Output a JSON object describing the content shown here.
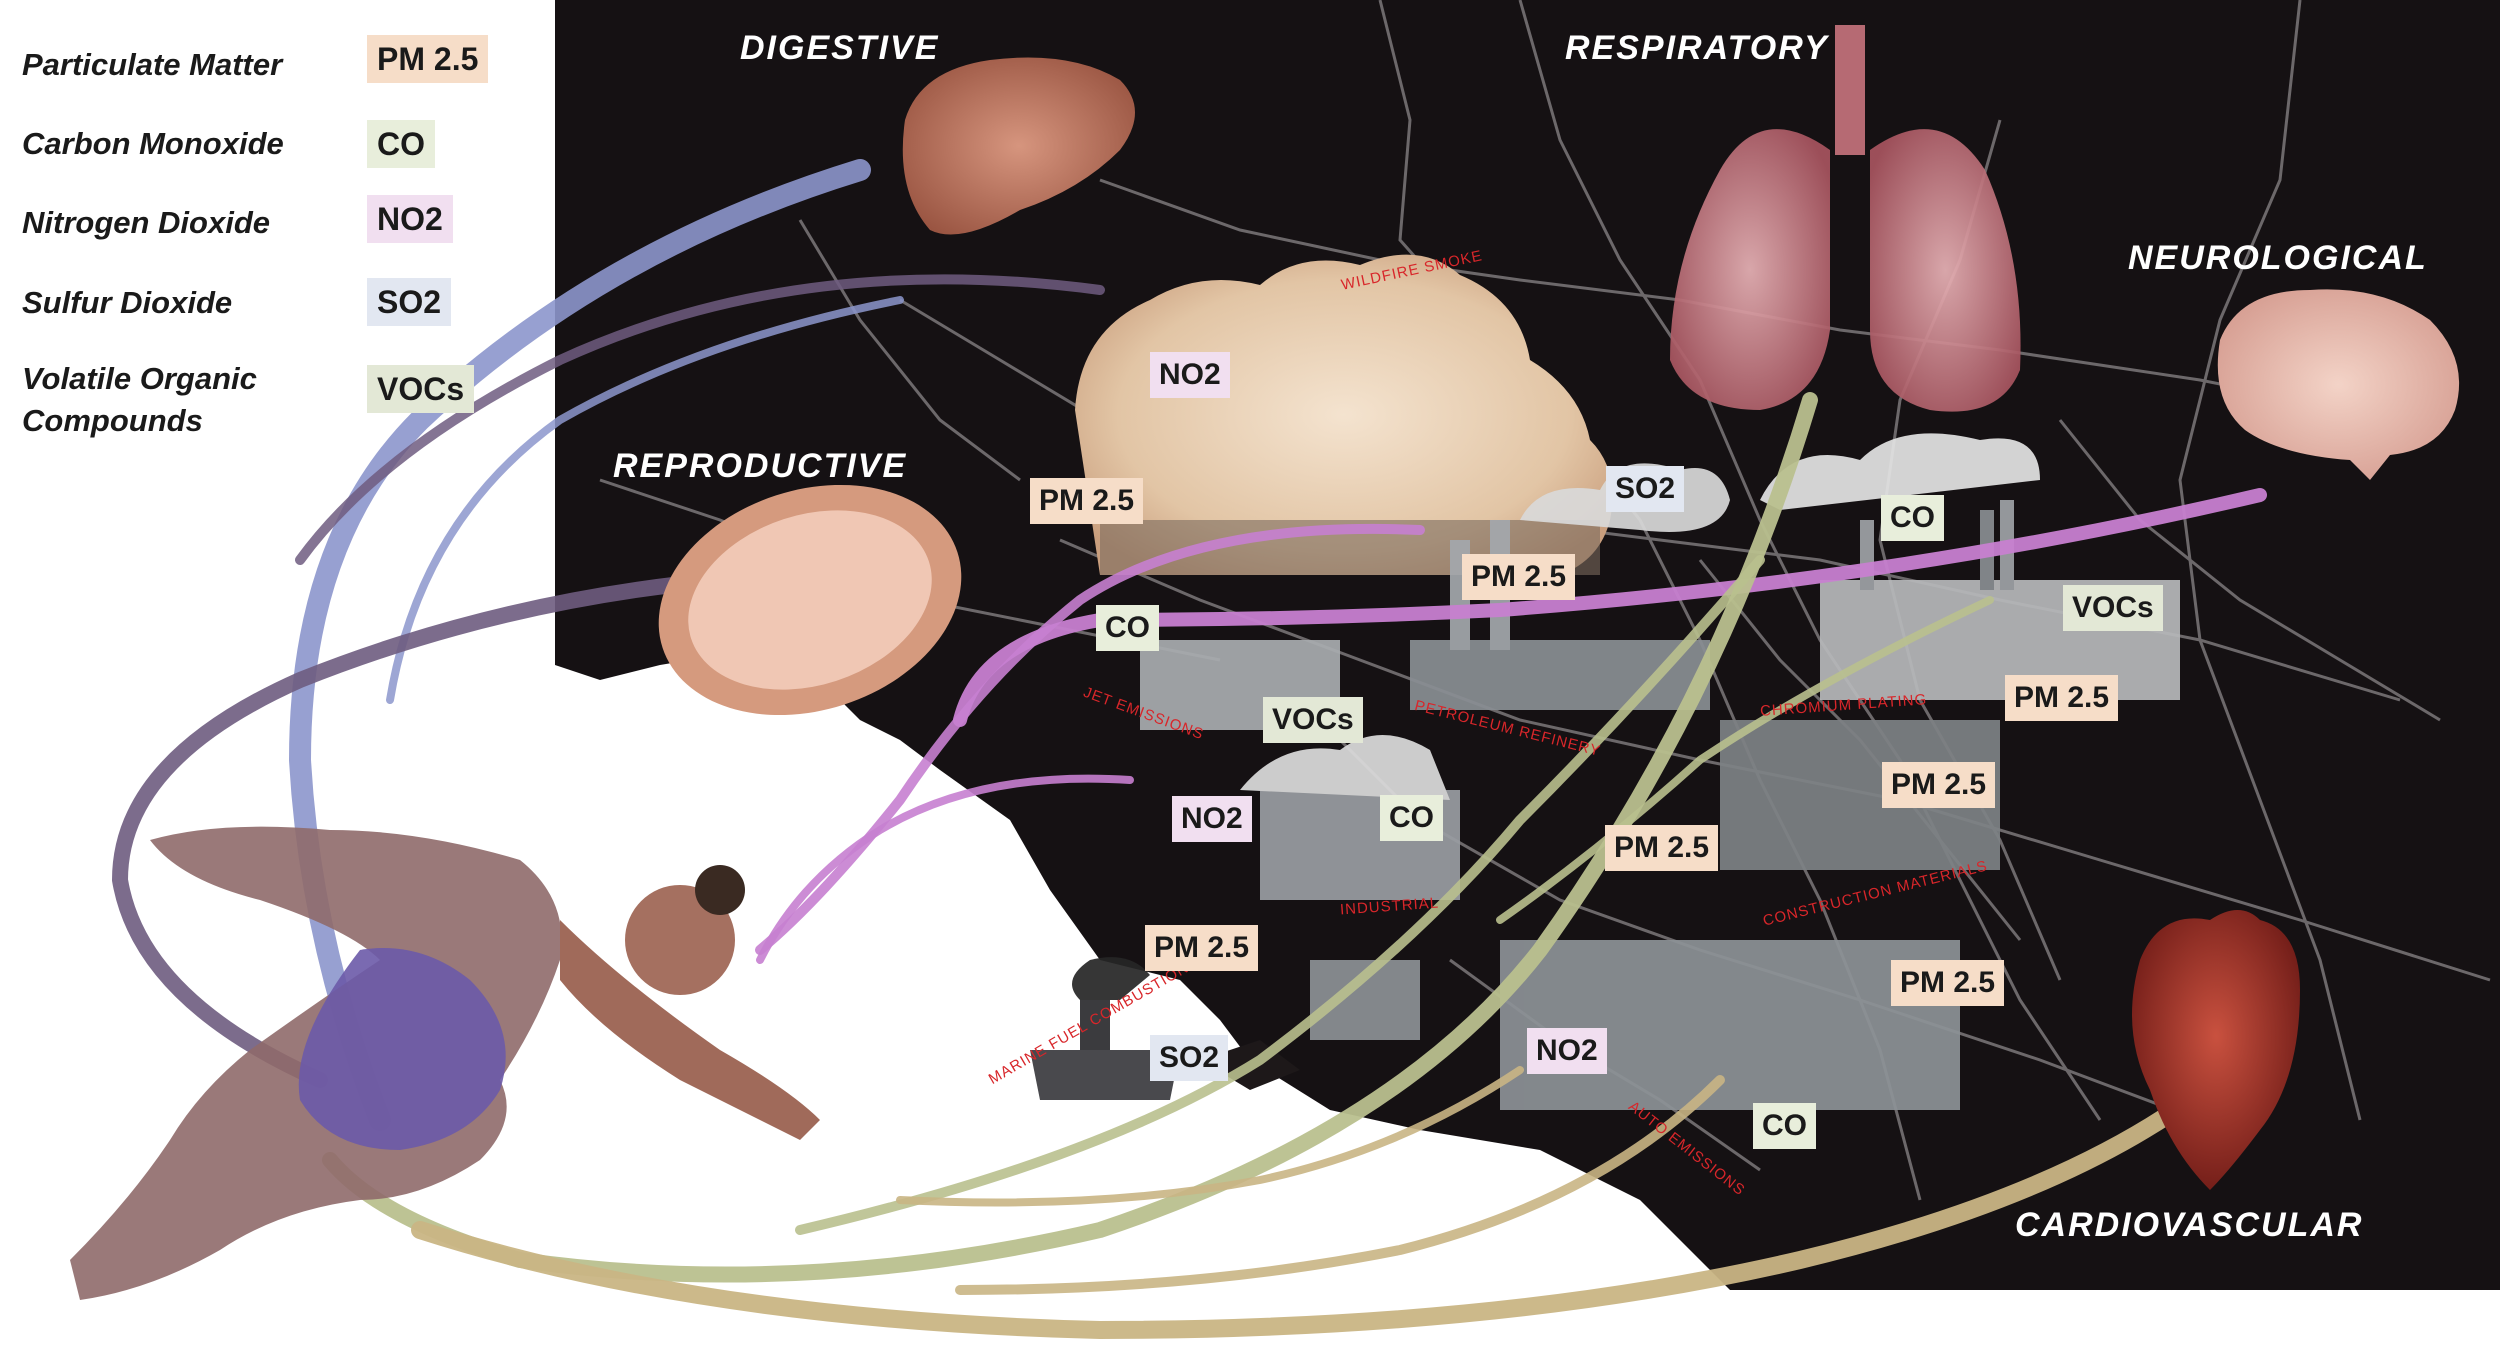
{
  "legend": {
    "items": [
      {
        "name": "Particulate Matter",
        "badge": "PM 2.5"
      },
      {
        "name": "Carbon Monoxide",
        "badge": "CO"
      },
      {
        "name": "Nitrogen Dioxide",
        "badge": "NO2"
      },
      {
        "name": "Sulfur Dioxide",
        "badge": "SO2"
      },
      {
        "name": "Volatile Organic",
        "name_line2": "Compounds",
        "badge": "VOCs"
      }
    ]
  },
  "systems": {
    "digestive": "DIGESTIVE",
    "respiratory": "RESPIRATORY",
    "neurological": "NEUROLOGICAL",
    "reproductive": "REPRODUCTIVE",
    "cardiovascular": "CARDIOVASCULAR"
  },
  "sources": {
    "wildfire": "WILDFIRE SMOKE",
    "jet": "JET EMISSIONS",
    "petroleum": "PETROLEUM REFINERY",
    "chromium": "CHROMIUM PLATING",
    "industrial": "INDUSTRIAL",
    "construction": "CONSTRUCTION MATERIALS",
    "marine": "MARINE FUEL COMBUSTION",
    "auto": "AUTO EMISSIONS"
  },
  "badges": {
    "no2_wildfire": "NO2",
    "pm_wildfire": "PM 2.5",
    "so2_refinery": "SO2",
    "co_chimney": "CO",
    "pm_refinery": "PM 2.5",
    "vocs_chromium": "VOCs",
    "co_jet": "CO",
    "pm_chromium": "PM 2.5",
    "vocs_jet": "VOCs",
    "pm_construction": "PM 2.5",
    "no2_industrial": "NO2",
    "co_industrial": "CO",
    "pm_mid": "PM 2.5",
    "pm_marine": "PM 2.5",
    "pm_auto": "PM 2.5",
    "so2_marine": "SO2",
    "no2_auto": "NO2",
    "co_auto": "CO"
  },
  "colors": {
    "blue_stream": "#8c96cc",
    "purple_stream": "#c77fd0",
    "mauve_stream": "#6e5c80",
    "green_stream": "#b9c08e",
    "tan_stream": "#c9b584",
    "map_bg": "#141012",
    "label_red": "#d8262a"
  }
}
